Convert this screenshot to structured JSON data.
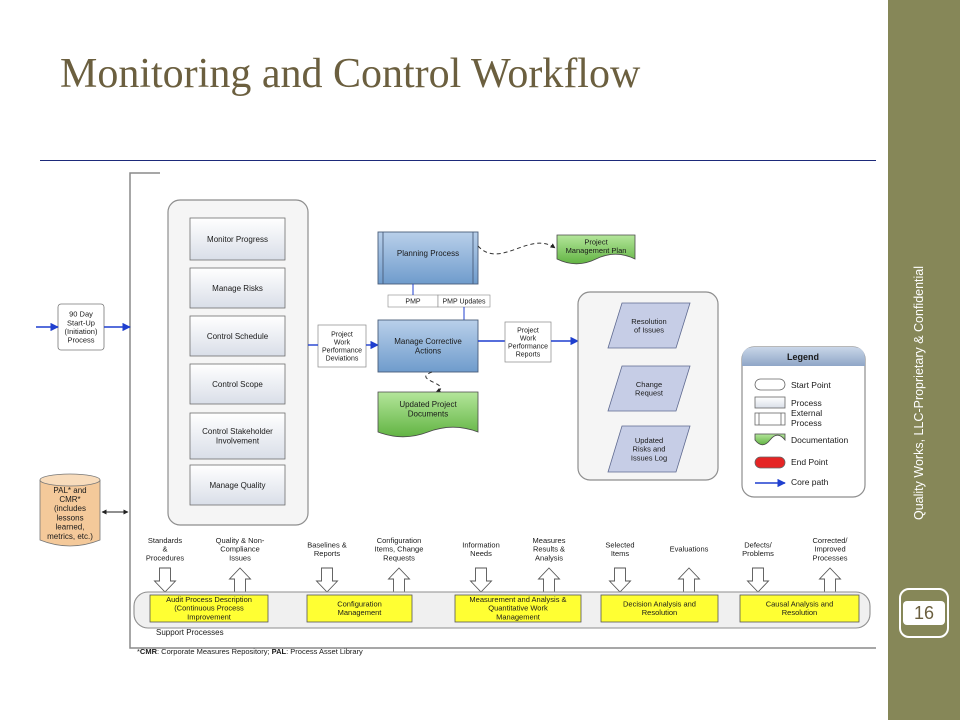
{
  "title": "Monitoring and Control Workflow",
  "sidebar_text": "Quality Works, LLC-Proprietary & Confidential",
  "page_number": "16",
  "colors": {
    "band": "#868758",
    "title": "#6b5f3f",
    "rule": "#1d2a7a",
    "process": "#dce3ee",
    "external": "#8fb3d9",
    "documentation": "#8fd16e",
    "support_yellow": "#ffff33",
    "end_point": "#e52424",
    "arrow": "#1f3fcf",
    "resolution": "#c6cde6"
  },
  "diagram": {
    "start": [
      "90 Day",
      "Start-Up",
      "(Initiation)",
      "Process"
    ],
    "tasks": [
      [
        "Monitor Progress"
      ],
      [
        "Manage Risks"
      ],
      [
        "Control Schedule"
      ],
      [
        "Control Scope"
      ],
      [
        "Control Stakeholder",
        "Involvement"
      ],
      [
        "Manage Quality"
      ]
    ],
    "pal_label": [
      "PAL* and",
      "CMR*",
      "(includes",
      "lessons",
      "learned,",
      "metrics, etc.)"
    ],
    "planning_process": "Planning Process",
    "pmp_doc": [
      "Project",
      "Management Plan"
    ],
    "pmp_labels": [
      "PMP",
      "PMP Updates"
    ],
    "deviations": [
      "Project",
      "Work",
      "Performance",
      "Deviations"
    ],
    "manage_corrective": [
      "Manage Corrective",
      "Actions"
    ],
    "reports": [
      "Project",
      "Work",
      "Performance",
      "Reports"
    ],
    "updated_docs": [
      "Updated Project",
      "Documents"
    ],
    "outputs": [
      [
        "Resolution",
        "of Issues"
      ],
      [
        "Change",
        "Request"
      ],
      [
        "Updated",
        "Risks and",
        "Issues Log"
      ]
    ],
    "legend": {
      "title": "Legend",
      "items": [
        "Start Point",
        "Process",
        "External Process",
        "Documentation",
        "End Point",
        "Core path"
      ]
    },
    "flows": [
      {
        "label": [
          "Standards",
          "&",
          "Procedures"
        ],
        "dir": "down"
      },
      {
        "label": [
          "Quality & Non-",
          "Compliance",
          "Issues"
        ],
        "dir": "up"
      },
      {
        "label": [
          "Baselines &",
          "Reports"
        ],
        "dir": "down"
      },
      {
        "label": [
          "Configuration",
          "Items, Change",
          "Requests"
        ],
        "dir": "up"
      },
      {
        "label": [
          "Information",
          "Needs"
        ],
        "dir": "down"
      },
      {
        "label": [
          "Measures",
          "Results &",
          "Analysis"
        ],
        "dir": "up"
      },
      {
        "label": [
          "Selected",
          "Items"
        ],
        "dir": "down"
      },
      {
        "label": [
          "Evaluations"
        ],
        "dir": "up"
      },
      {
        "label": [
          "Defects/",
          "Problems"
        ],
        "dir": "down"
      },
      {
        "label": [
          "Corrected/",
          "Improved",
          "Processes"
        ],
        "dir": "up"
      }
    ],
    "support_processes": [
      [
        "Audit Process Description",
        "(Continuous Process",
        "Improvement"
      ],
      [
        "Configuration",
        "Management"
      ],
      [
        "Measurement and Analysis &",
        "Quantitative Work",
        "Management"
      ],
      [
        "Decision Analysis and",
        "Resolution"
      ],
      [
        "Causal Analysis and",
        "Resolution"
      ]
    ],
    "support_label": "Support Processes",
    "footnote": [
      {
        "text": "*",
        "bold": false
      },
      {
        "text": "CMR",
        "bold": true
      },
      {
        "text": ": Corporate Measures Repository;  ",
        "bold": false
      },
      {
        "text": "PAL",
        "bold": true
      },
      {
        "text": ": Process Asset Library",
        "bold": false
      }
    ]
  }
}
